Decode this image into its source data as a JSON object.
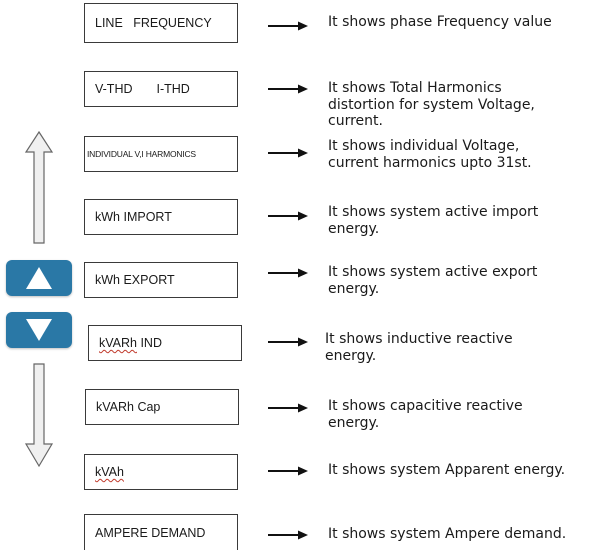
{
  "rows": [
    {
      "screen": "LINE   FREQUENCY",
      "description": "It shows phase Frequency value"
    },
    {
      "screen_a": "V-THD",
      "screen_b": "I-THD",
      "description": "It shows Total Harmonics\ndistortion for  system Voltage,\ncurrent."
    },
    {
      "screen": "INDIVIDUAL V,I HARMONICS",
      "description": "It shows individual Voltage,\ncurrent harmonics upto 31st."
    },
    {
      "screen": "kWh IMPORT",
      "description": "It shows system active import\nenergy."
    },
    {
      "screen": "kWh EXPORT",
      "description": "It shows system active export\nenergy."
    },
    {
      "screen_a": "kVARh",
      "screen_b": " IND",
      "description": "It shows inductive reactive\nenergy."
    },
    {
      "screen": "kVARh Cap",
      "description": "It shows capacitive reactive\nenergy."
    },
    {
      "screen": "kVAh",
      "description": "It shows system Apparent energy."
    },
    {
      "screen": "AMPERE DEMAND",
      "description": "It shows system Ampere demand."
    }
  ],
  "buttons": {
    "up": {
      "icon": "triangle-up-icon",
      "color": "#2a78a6"
    },
    "down": {
      "icon": "triangle-down-icon",
      "color": "#2a78a6"
    }
  },
  "indicators": {
    "scroll_up": "hollow-arrow-up-icon",
    "scroll_down": "hollow-arrow-down-icon"
  }
}
